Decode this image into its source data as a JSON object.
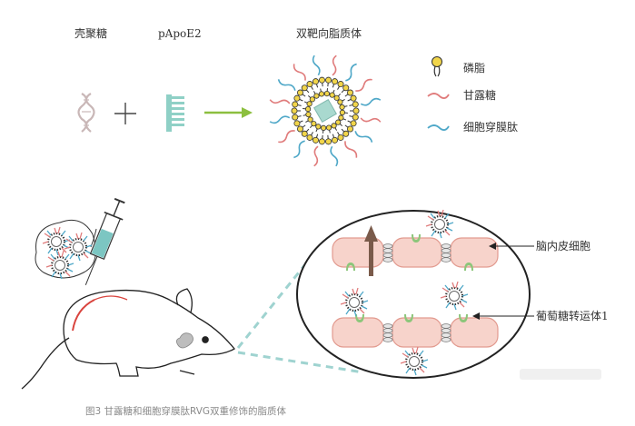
{
  "top_labels": {
    "chitosan": "壳聚糖",
    "plasmid": "pApoE2",
    "liposome": "双靶向脂质体"
  },
  "legend": [
    {
      "label": "磷脂",
      "icon": "phospholipid-icon"
    },
    {
      "label": "甘露糖",
      "icon": "mannose-line-icon",
      "color": "#e07c7c"
    },
    {
      "label": "细胞穿膜肽",
      "icon": "cpp-line-icon",
      "color": "#4fa8c8"
    }
  ],
  "annotations": {
    "endothelial": "脑内皮细胞",
    "glut1": "葡萄糖转运体1"
  },
  "caption": "图3 甘露糖和细胞穿膜肽RVG双重修饰的脂质体",
  "colors": {
    "arrow": "#8cbf3f",
    "cell_fill": "#f7d3cb",
    "cell_stroke": "#e29a8f",
    "syringe_fluid": "#7cc6c2",
    "dashed_line": "#9fd3d0",
    "phospholipid_head": "#f1d54a",
    "mannose": "#e07c7c",
    "cpp": "#4fa8c8",
    "receptor": "#8cc67a"
  }
}
